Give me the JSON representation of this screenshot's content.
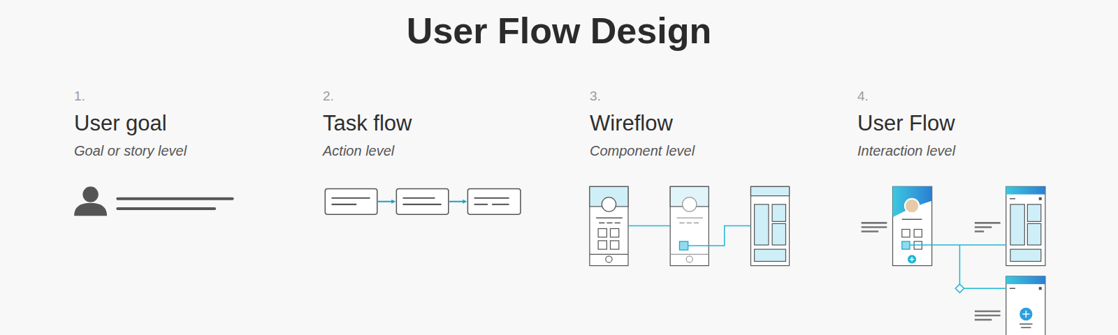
{
  "diagram": {
    "title": "User Flow Design",
    "labels": [
      "1.",
      "User goal",
      "Goal or story level",
      "2.",
      "Task flow",
      "Action level",
      "3.",
      "Wireflow",
      "Component level",
      "4.",
      "User Flow",
      "Interaction level"
    ]
  }
}
